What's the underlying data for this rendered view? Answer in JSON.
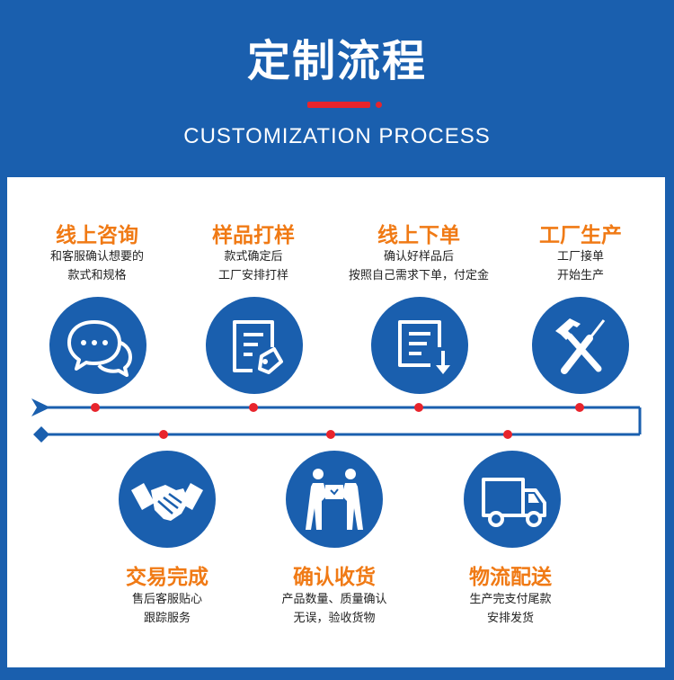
{
  "header": {
    "title": "定制流程",
    "subtitle": "CUSTOMIZATION PROCESS",
    "accent_color": "#e8242c",
    "bg_color": "#1a5fae"
  },
  "steps_top": [
    {
      "title": "线上咨询",
      "desc": [
        "和客服确认想要的",
        "款式和规格"
      ],
      "icon": "chat-bubbles-icon"
    },
    {
      "title": "样品打样",
      "desc": [
        "款式确定后",
        "工厂安排打样"
      ],
      "icon": "document-tag-icon"
    },
    {
      "title": "线上下单",
      "desc": [
        "确认好样品后",
        "按照自己需求下单，付定金"
      ],
      "icon": "document-download-icon"
    },
    {
      "title": "工厂生产",
      "desc": [
        "工厂接单",
        "开始生产"
      ],
      "icon": "hammer-screwdriver-icon"
    }
  ],
  "steps_bottom": [
    {
      "title": "交易完成",
      "desc": [
        "售后客服贴心",
        "跟踪服务"
      ],
      "icon": "handshake-icon"
    },
    {
      "title": "确认收货",
      "desc": [
        "产品数量、质量确认",
        "无误，验收货物"
      ],
      "icon": "package-handover-icon"
    },
    {
      "title": "物流配送",
      "desc": [
        "生产完支付尾款",
        "安排发货"
      ],
      "icon": "delivery-truck-icon"
    }
  ],
  "colors": {
    "step_title": "#f07a15",
    "timeline": "#1a5fae",
    "node": "#e8242c"
  }
}
